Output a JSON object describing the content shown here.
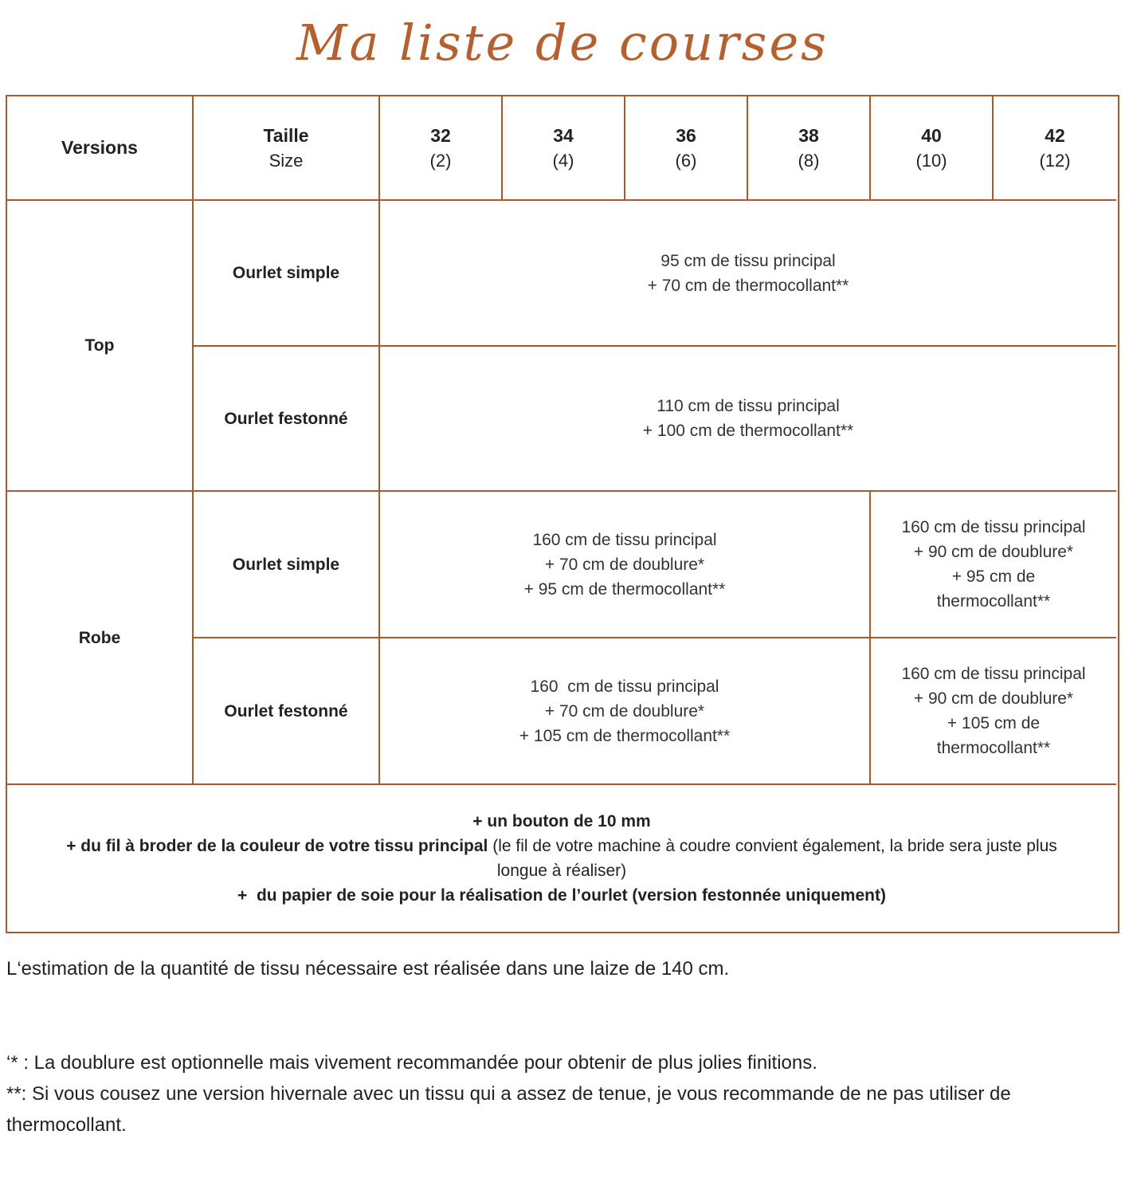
{
  "title": "Ma liste de courses",
  "header": {
    "versions": "Versions",
    "taille": "Taille",
    "size": "Size",
    "sizes": [
      {
        "fr": "32",
        "us": "(2)"
      },
      {
        "fr": "34",
        "us": "(4)"
      },
      {
        "fr": "36",
        "us": "(6)"
      },
      {
        "fr": "38",
        "us": "(8)"
      },
      {
        "fr": "40",
        "us": "(10)"
      },
      {
        "fr": "42",
        "us": "(12)"
      }
    ]
  },
  "top": {
    "label": "Top",
    "simple": {
      "label": "Ourlet simple",
      "line1": "95 cm de tissu principal",
      "line2": "+ 70 cm de thermocollant**"
    },
    "festonne": {
      "label": "Ourlet festonné",
      "line1": "110 cm de tissu principal",
      "line2": "+ 100 cm de thermocollant**"
    }
  },
  "robe": {
    "label": "Robe",
    "simple": {
      "label": "Ourlet simple",
      "small": [
        "160 cm de tissu principal",
        "+ 70 cm de doublure*",
        "+ 95 cm de thermocollant**"
      ],
      "large": [
        "160 cm de tissu principal",
        "+ 90 cm de doublure*",
        "+ 95 cm de",
        "thermocollant**"
      ]
    },
    "festonne": {
      "label": "Ourlet festonné",
      "small": [
        "160  cm de tissu principal",
        "+ 70 cm de doublure*",
        "+ 105 cm de thermocollant**"
      ],
      "large": [
        "160 cm de tissu principal",
        "+ 90 cm de doublure*",
        "+ 105 cm de",
        "thermocollant**"
      ]
    }
  },
  "extras": {
    "line1": "+ un bouton de 10 mm",
    "line2_bold": "+ du fil à broder de la couleur de votre tissu principal",
    "line2_rest": " (le fil de votre machine à coudre convient également, la bride sera juste plus longue à réaliser)",
    "line3": "+  du papier de soie pour la réalisation de l’ourlet (version festonnée uniquement)"
  },
  "notes": {
    "estimation": "L‘estimation de la quantité de tissu nécessaire est réalisée dans une laize de 140 cm.",
    "doublure": "‘* : La doublure est optionnelle mais vivement recommandée pour obtenir de plus jolies finitions.",
    "thermo": "**: Si vous cousez une version hivernale avec un tissu qui a assez de tenue, je vous recommande de ne pas utiliser de thermocollant."
  },
  "colors": {
    "accent": "#a65a2e",
    "title": "#b5612f"
  }
}
